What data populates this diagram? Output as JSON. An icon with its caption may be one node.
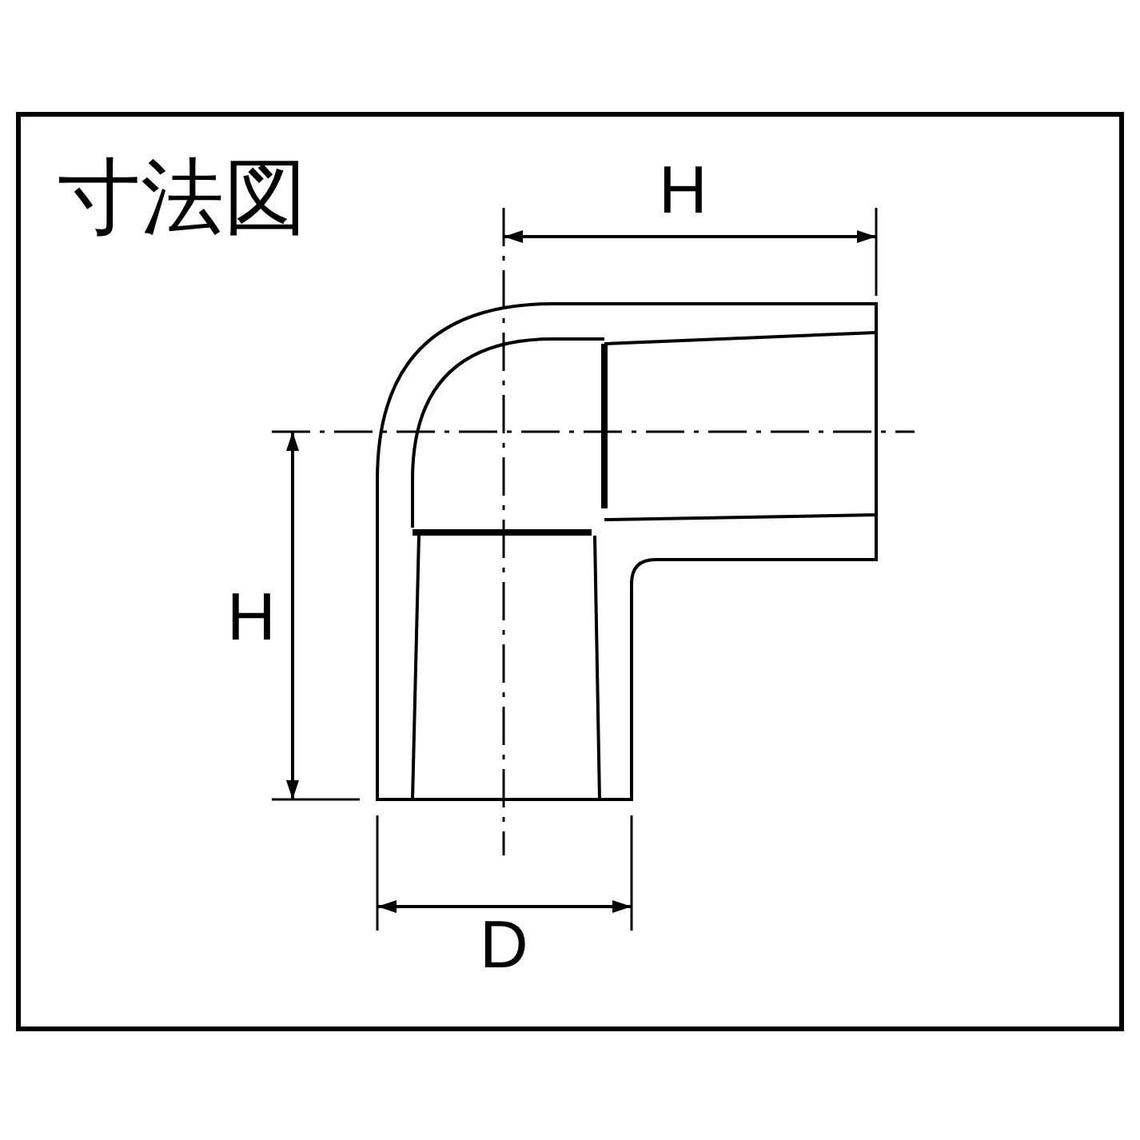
{
  "diagram": {
    "title": "寸法図",
    "labels": [
      "H",
      "H",
      "D"
    ]
  }
}
